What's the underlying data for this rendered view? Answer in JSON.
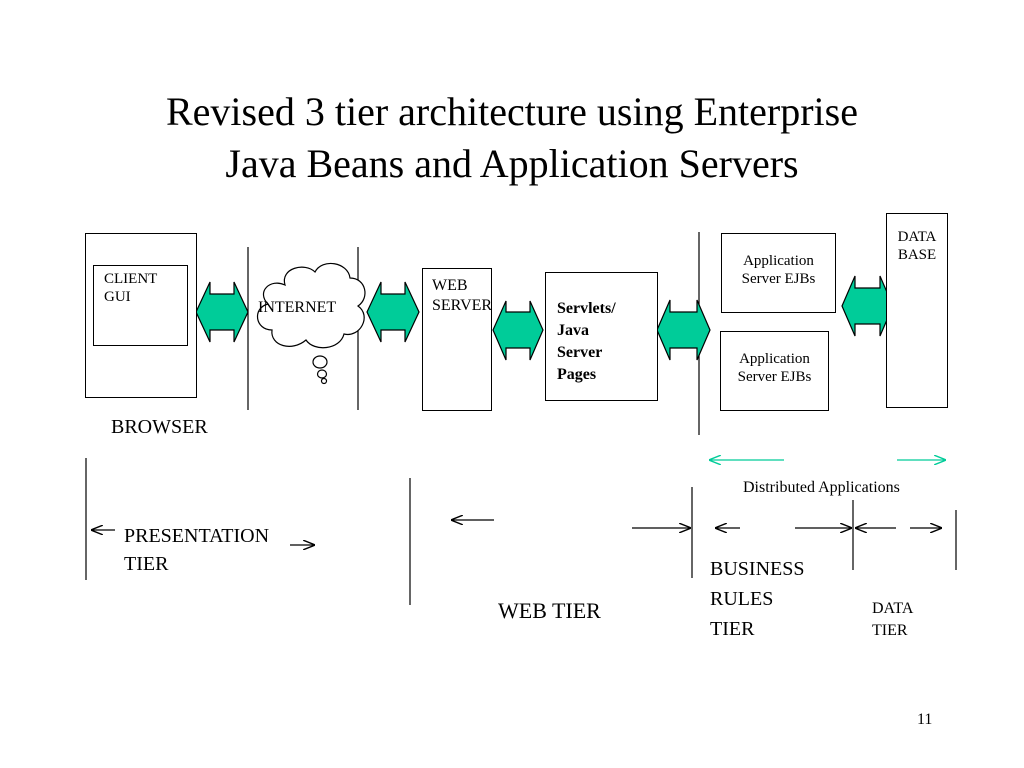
{
  "slide": {
    "title_line1": "Revised 3 tier architecture using Enterprise",
    "title_line2": "Java Beans and Application Servers",
    "page_number": "11"
  },
  "diagram": {
    "client_gui": [
      "CLIENT",
      "GUI"
    ],
    "browser": "BROWSER",
    "internet": "INTERNET",
    "web_server": [
      "WEB",
      "SERVER"
    ],
    "servlets": [
      "Servlets/",
      "Java",
      "Server",
      "Pages"
    ],
    "app_server_1": [
      "Application",
      "Server EJBs"
    ],
    "app_server_2": [
      "Application",
      "Server EJBs"
    ],
    "database": [
      "DATA",
      "BASE"
    ],
    "distributed_applications": "Distributed Applications",
    "tiers": {
      "presentation": [
        "PRESENTATION",
        "TIER"
      ],
      "web": "WEB TIER",
      "business": [
        "BUSINESS",
        "RULES",
        "TIER"
      ],
      "data": [
        "DATA",
        "TIER"
      ]
    }
  },
  "colors": {
    "arrow_fill": "#00cc99",
    "line": "#000000",
    "distributed_arrow": "#00cc99"
  }
}
